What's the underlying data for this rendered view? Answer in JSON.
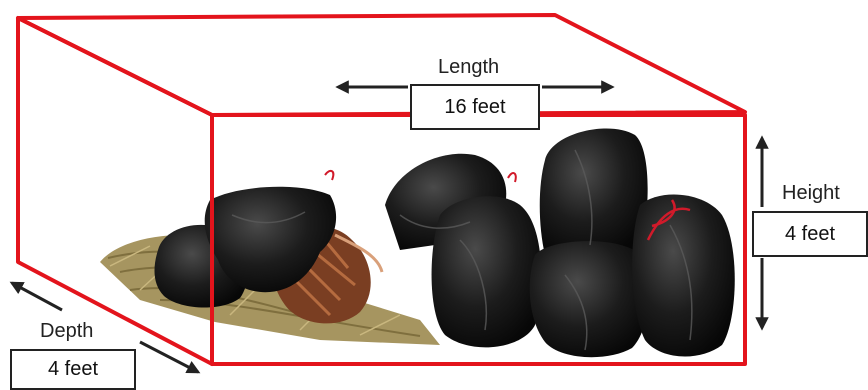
{
  "diagram": {
    "length": {
      "label": "Length",
      "value": "16 feet"
    },
    "height": {
      "label": "Height",
      "value": "4 feet"
    },
    "depth": {
      "label": "Depth",
      "value": "4 feet"
    }
  },
  "colors": {
    "box_outline": "#e3141c",
    "arrow": "#222222",
    "bag": "#1a1a1a",
    "straw": "#a69560",
    "leaf": "#7a3e22",
    "tie": "#d11a2a"
  },
  "icons": [
    "trash-bag-icon",
    "yard-waste-icon"
  ]
}
